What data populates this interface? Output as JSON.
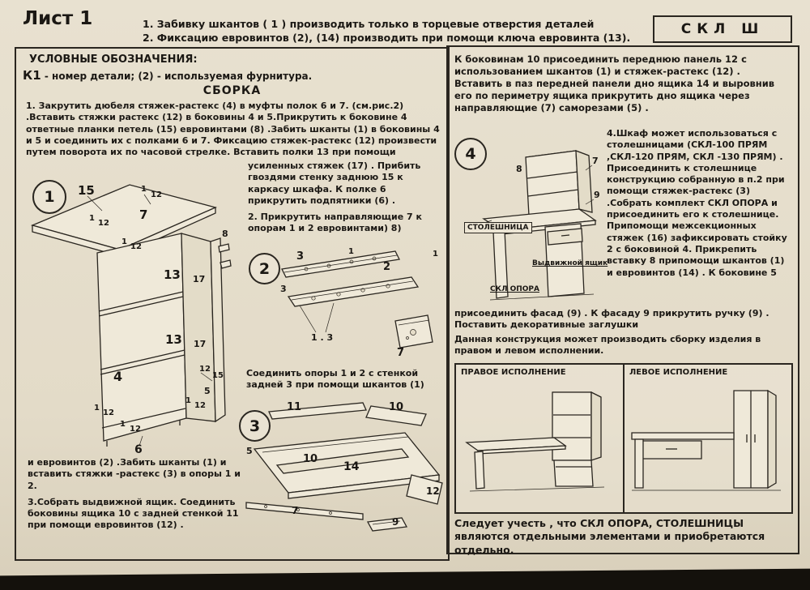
{
  "header": {
    "sheet_title": "Лист 1",
    "note1": "1. Забивку шкантов ( 1 )  производить только в торцевые отверстия деталей",
    "note2": "2. Фиксацию евровинтов (2), (14) производить при помощи ключа евровинта (13).",
    "code": "СКЛ  Ш"
  },
  "left": {
    "legend_title": "УСЛОВНЫЕ ОБОЗНАЧЕНИЯ:",
    "legend_k1": "К1",
    "legend_text": " - номер детали; (2) - используемая фурнитура.",
    "assembly_title": "СБОРКА",
    "step1a": "1. Закрутить дюбеля стяжек-растекс (4) в муфты полок 6 и 7. (см.рис.2) .Вставить стяжки растекс (12) в боковины 4 и 5.Прикрутить к боковине 4 ответные планки петель (15) евровинтами (8) .Забить шканты (1) в боковины 4 и 5 и соединить их с полками 6 и 7. Фиксацию стяжек-растекс (12) произвести путем поворота их по часовой стрелке. Вставить полки 13 при помощи",
    "step1b": "усиленных стяжек (17) . Прибить гвоздями стенку заднюю 15 к каркасу шкафа. К полке 6 прикрутить подпятники (6) .",
    "step2a": "2. Прикрутить направляющие 7 к опорам 1 и 2 евровинтами) 8)",
    "step2b": "Соединить опоры 1 и 2 с стенкой задней 3 при помощи шкантов (1)",
    "step2c": "и евровинтов (2) .Забить шканты (1) и вставить стяжки -растекс (3) в опоры 1 и 2.",
    "step3": "3.Собрать выдвижной ящик. Соединить боковины ящика 10 с задней стенкой 11 при помощи евровинтов (12) ."
  },
  "right": {
    "para1": "К боковинам 10 присоединить переднюю панель 12 с использованием шкантов (1) и стяжек-растекс (12) . Вставить в паз передней панели дно ящика 14 и выровнив его по периметру ящика прикрутить дно ящика через направляющие (7) саморезами (5) .",
    "para2": "4.Шкаф может использоваться с столешницами (СКЛ-100 ПРЯМ ,СКЛ-120 ПРЯМ, СКЛ -130 ПРЯМ) . Присоединить к столешнице конструкцию собранную в п.2 при помощи стяжек-растекс (3) .Собрать комплект СКЛ ОПОРА и присоединить его к столешнице. Припомощи межсекционных стяжек (16) зафиксировать стойку 2 с боковиной 4. Прикрепить вставку 8 припомощи шкантов (1) и евровинтов (14) . К боковине 5",
    "para3": "присоединить фасад (9) . К фасаду 9 прикрутить ручку (9) . Поставить декоративные заглушки",
    "para4": "Данная конструкция может производить сборку изделия в правом и левом исполнении.",
    "exec_right_label": "ПРАВОЕ ИСПОЛНЕНИЕ",
    "exec_left_label": "ЛЕВОЕ ИСПОЛНЕНИЕ",
    "footnote": "Следует учесть , что СКЛ ОПОРА, СТОЛЕШНИЦЫ являются отдельными элементами и приобретаются отдельно."
  },
  "figures": {
    "fig1": {
      "number": "1",
      "labels": [
        "15",
        "1",
        "12",
        "7",
        "1",
        "12",
        "1",
        "12",
        "13",
        "17",
        "13",
        "17",
        "4",
        "12",
        "15",
        "1",
        "12",
        "1",
        "12",
        "1",
        "12",
        "6",
        "5",
        "8"
      ]
    },
    "fig2": {
      "number": "2",
      "labels": [
        "3",
        "1",
        "2",
        "3",
        "1 . 3",
        "7",
        "1"
      ]
    },
    "fig3": {
      "number": "3",
      "labels": [
        "11",
        "10",
        "5",
        "10",
        "14",
        "12",
        "7",
        "9"
      ]
    },
    "fig4": {
      "number": "4",
      "labels": [
        "7",
        "9",
        "8"
      ],
      "callout_top": "СТОЛЕШНИЦА",
      "callout_drawer": "Выдвижной ящик",
      "callout_support": "СКЛ ОПОРА"
    }
  }
}
